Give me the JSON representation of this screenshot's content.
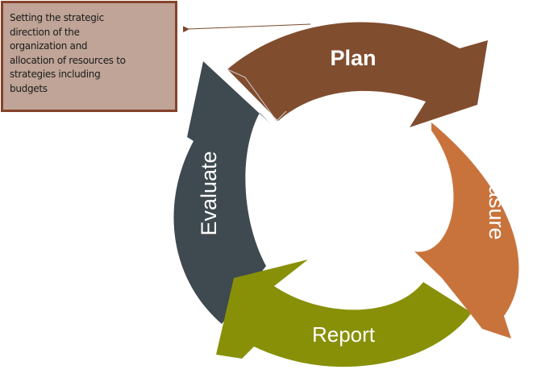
{
  "diagram": {
    "title": "Strategic management cycle",
    "stages": [
      {
        "id": "plan",
        "label": "Plan",
        "color": "#814d2f"
      },
      {
        "id": "measure",
        "label": "Measure",
        "color": "#c9733c"
      },
      {
        "id": "report",
        "label": "Report",
        "color": "#889007"
      },
      {
        "id": "evaluate",
        "label": "Evaluate",
        "color": "#3f4950"
      }
    ],
    "callout": {
      "target": "plan",
      "lines": [
        "Setting the strategic",
        "direction of the",
        "organization and",
        "allocation of resources to",
        "strategies including",
        "budgets"
      ],
      "background": "#bfa497",
      "border": "#86422a"
    }
  }
}
